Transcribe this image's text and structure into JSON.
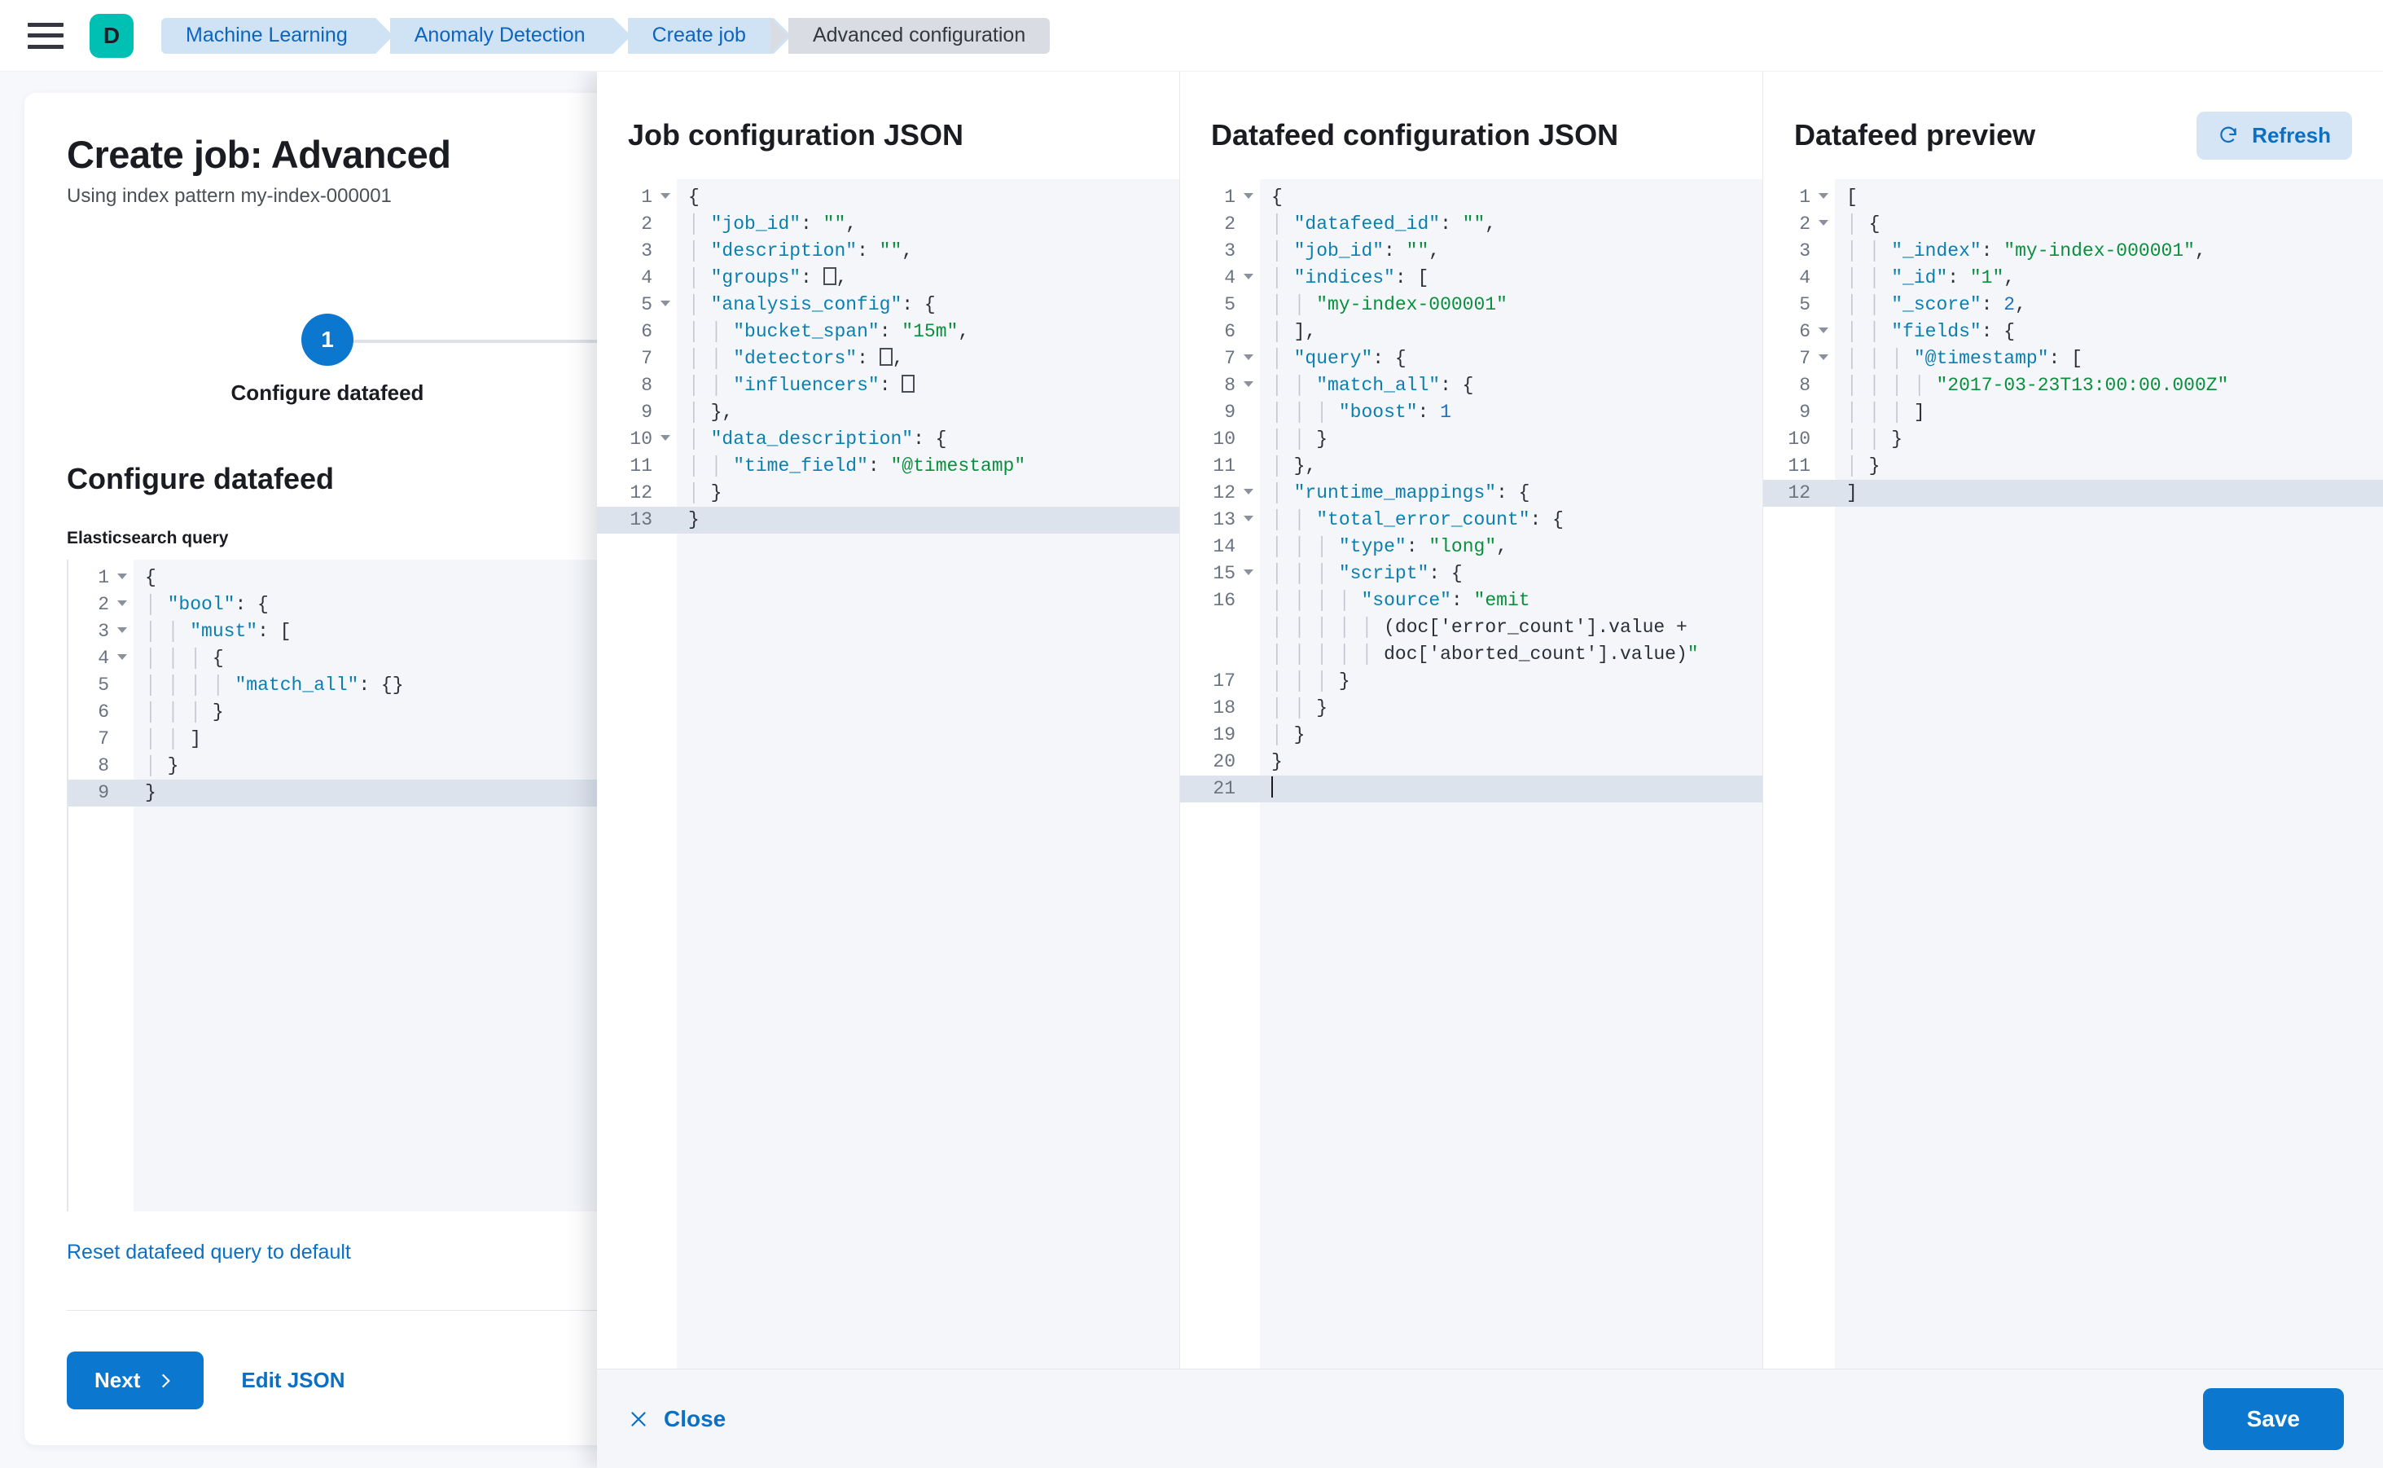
{
  "chrome": {
    "menu_icon": "hamburger-icon",
    "space_avatar_letter": "D",
    "breadcrumbs": [
      {
        "label": "Machine Learning",
        "active": false
      },
      {
        "label": "Anomaly Detection",
        "active": false
      },
      {
        "label": "Create job",
        "active": false
      },
      {
        "label": "Advanced configuration",
        "active": true
      }
    ]
  },
  "left_page": {
    "title": "Create job: Advanced",
    "subtitle": "Using index pattern my-index-000001",
    "step": {
      "number": "1",
      "label": "Configure datafeed"
    },
    "section_title": "Configure datafeed",
    "field_label": "Elasticsearch query",
    "reset_link": "Reset datafeed query to default",
    "next_label": "Next",
    "next_icon": "chevron-right-icon",
    "edit_json_label": "Edit JSON",
    "es_query_lines": [
      {
        "n": "1",
        "fold": true,
        "text": "{"
      },
      {
        "n": "2",
        "fold": true,
        "text": "  \"bool\": {"
      },
      {
        "n": "3",
        "fold": true,
        "text": "    \"must\": ["
      },
      {
        "n": "4",
        "fold": true,
        "text": "      {"
      },
      {
        "n": "5",
        "fold": false,
        "text": "        \"match_all\": {}"
      },
      {
        "n": "6",
        "fold": false,
        "text": "      }"
      },
      {
        "n": "7",
        "fold": false,
        "text": "    ]"
      },
      {
        "n": "8",
        "fold": false,
        "text": "  }"
      },
      {
        "n": "9",
        "fold": false,
        "text": "}",
        "active": true
      }
    ]
  },
  "flyout": {
    "job_config": {
      "title": "Job configuration JSON",
      "lines": [
        {
          "n": "1",
          "fold": true,
          "text": "{"
        },
        {
          "n": "2",
          "fold": false,
          "text": "  \"job_id\": \"\","
        },
        {
          "n": "3",
          "fold": false,
          "text": "  \"description\": \"\","
        },
        {
          "n": "4",
          "fold": false,
          "text": "  \"groups\": [],"
        },
        {
          "n": "5",
          "fold": true,
          "text": "  \"analysis_config\": {"
        },
        {
          "n": "6",
          "fold": false,
          "text": "    \"bucket_span\": \"15m\","
        },
        {
          "n": "7",
          "fold": false,
          "text": "    \"detectors\": [],"
        },
        {
          "n": "8",
          "fold": false,
          "text": "    \"influencers\": []"
        },
        {
          "n": "9",
          "fold": false,
          "text": "  },"
        },
        {
          "n": "10",
          "fold": true,
          "text": "  \"data_description\": {"
        },
        {
          "n": "11",
          "fold": false,
          "text": "    \"time_field\": \"@timestamp\""
        },
        {
          "n": "12",
          "fold": false,
          "text": "  }"
        },
        {
          "n": "13",
          "fold": false,
          "text": "}",
          "active": true
        }
      ]
    },
    "datafeed_config": {
      "title": "Datafeed configuration JSON",
      "lines": [
        {
          "n": "1",
          "fold": true,
          "text": "{"
        },
        {
          "n": "2",
          "fold": false,
          "text": "  \"datafeed_id\": \"\","
        },
        {
          "n": "3",
          "fold": false,
          "text": "  \"job_id\": \"\","
        },
        {
          "n": "4",
          "fold": true,
          "text": "  \"indices\": ["
        },
        {
          "n": "5",
          "fold": false,
          "text": "    \"my-index-000001\""
        },
        {
          "n": "6",
          "fold": false,
          "text": "  ],"
        },
        {
          "n": "7",
          "fold": true,
          "text": "  \"query\": {"
        },
        {
          "n": "8",
          "fold": true,
          "text": "    \"match_all\": {"
        },
        {
          "n": "9",
          "fold": false,
          "text": "      \"boost\": 1"
        },
        {
          "n": "10",
          "fold": false,
          "text": "    }"
        },
        {
          "n": "11",
          "fold": false,
          "text": "  },"
        },
        {
          "n": "12",
          "fold": true,
          "text": "  \"runtime_mappings\": {"
        },
        {
          "n": "13",
          "fold": true,
          "text": "    \"total_error_count\": {"
        },
        {
          "n": "14",
          "fold": false,
          "text": "      \"type\": \"long\","
        },
        {
          "n": "15",
          "fold": true,
          "text": "      \"script\": {"
        },
        {
          "n": "16",
          "fold": false,
          "wrapped": true,
          "text": "        \"source\": \"emit\n          (doc['error_count'].value +\n          doc['aborted_count'].value)\""
        },
        {
          "n": "17",
          "fold": false,
          "text": "      }"
        },
        {
          "n": "18",
          "fold": false,
          "text": "    }"
        },
        {
          "n": "19",
          "fold": false,
          "text": "  }"
        },
        {
          "n": "20",
          "fold": false,
          "text": "}"
        },
        {
          "n": "21",
          "fold": false,
          "text": "",
          "active": true,
          "caret": true
        }
      ]
    },
    "preview": {
      "title": "Datafeed preview",
      "refresh_label": "Refresh",
      "refresh_icon": "refresh-icon",
      "lines": [
        {
          "n": "1",
          "fold": true,
          "text": "["
        },
        {
          "n": "2",
          "fold": true,
          "text": "  {"
        },
        {
          "n": "3",
          "fold": false,
          "text": "    \"_index\": \"my-index-000001\","
        },
        {
          "n": "4",
          "fold": false,
          "text": "    \"_id\": \"1\","
        },
        {
          "n": "5",
          "fold": false,
          "text": "    \"_score\": 2,"
        },
        {
          "n": "6",
          "fold": true,
          "text": "    \"fields\": {"
        },
        {
          "n": "7",
          "fold": true,
          "text": "      \"@timestamp\": ["
        },
        {
          "n": "8",
          "fold": false,
          "text": "        \"2017-03-23T13:00:00.000Z\""
        },
        {
          "n": "9",
          "fold": false,
          "text": "      ]"
        },
        {
          "n": "10",
          "fold": false,
          "text": "    }"
        },
        {
          "n": "11",
          "fold": false,
          "text": "  }"
        },
        {
          "n": "12",
          "fold": false,
          "text": "]",
          "active": true
        }
      ]
    },
    "footer": {
      "close_label": "Close",
      "close_icon": "close-x-icon",
      "save_label": "Save"
    }
  },
  "colors": {
    "primary": "#0b77ce",
    "link": "#0b6fc4",
    "space_avatar": "#00bfb3",
    "breadcrumb_active": "#d9dde3",
    "breadcrumb": "#cfe3f5",
    "json_key": "#0a7fb0",
    "json_string": "#0a8f3d",
    "active_line": "#dde3ed"
  }
}
